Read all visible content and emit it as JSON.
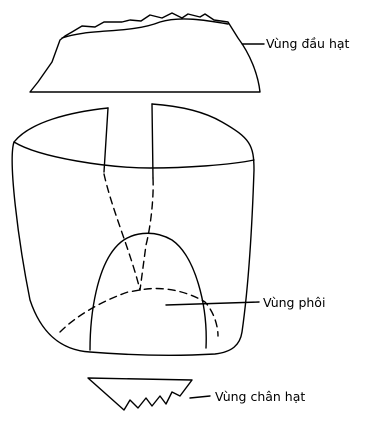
{
  "labels": {
    "crown": "Vùng đầu hạt",
    "embryo": "Vùng phôi",
    "tip": "Vùng chân hạt"
  },
  "colors": {
    "line": "#000000",
    "background": "#ffffff"
  }
}
